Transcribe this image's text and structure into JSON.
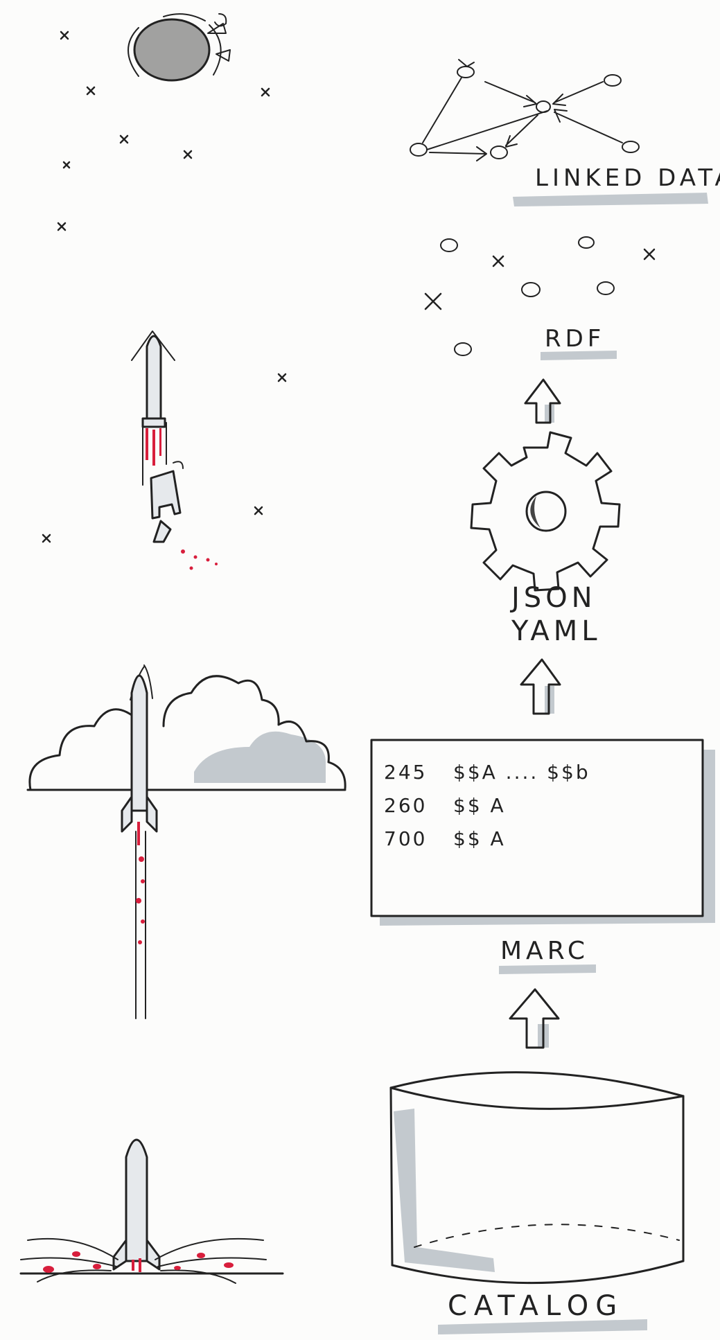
{
  "diagram": {
    "steps": [
      {
        "label": "CATALOG"
      },
      {
        "label": "MARC"
      },
      {
        "label": "JSON"
      },
      {
        "label": "YAML"
      },
      {
        "label": "RDF"
      },
      {
        "label": "LINKED DATA"
      }
    ],
    "marc_record": {
      "lines": [
        {
          "tag": "245",
          "subfields": "$$A .... $$b"
        },
        {
          "tag": "260",
          "subfields": "$$ A"
        },
        {
          "tag": "700",
          "subfields": "$$ A"
        }
      ]
    },
    "colors": {
      "ink": "#222222",
      "shadow": "#b9c0c6",
      "flame": "#d81e3c"
    }
  }
}
